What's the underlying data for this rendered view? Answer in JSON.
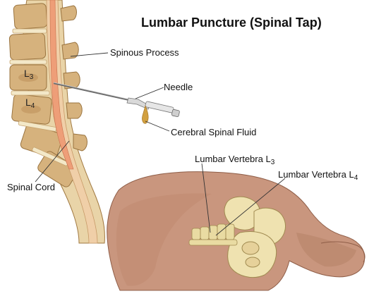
{
  "title": "Lumbar Puncture (Spinal Tap)",
  "labels": {
    "spinous_process": "Spinous Process",
    "needle": "Needle",
    "csf": "Cerebral Spinal Fluid",
    "spinal_cord": "Spinal Cord",
    "lumbar_l3_prefix": "Lumbar Vertebra L",
    "lumbar_l3_sub": "3",
    "lumbar_l4_prefix": "Lumbar Vertebra L",
    "lumbar_l4_sub": "4"
  },
  "vertebra_labels": {
    "l3_letter": "L",
    "l3_sub": "3",
    "l4_letter": "L",
    "l4_sub": "4"
  },
  "colors": {
    "bone": "#d6b27d",
    "bone_dark": "#b88b55",
    "disc": "#f1e6c8",
    "canal": "#e8c9a0",
    "cord": "#efa07a",
    "skin": "#c9967e",
    "skin_shadow": "#a8725c",
    "pelvis": "#efe2b0",
    "csf": "#d2a040"
  }
}
